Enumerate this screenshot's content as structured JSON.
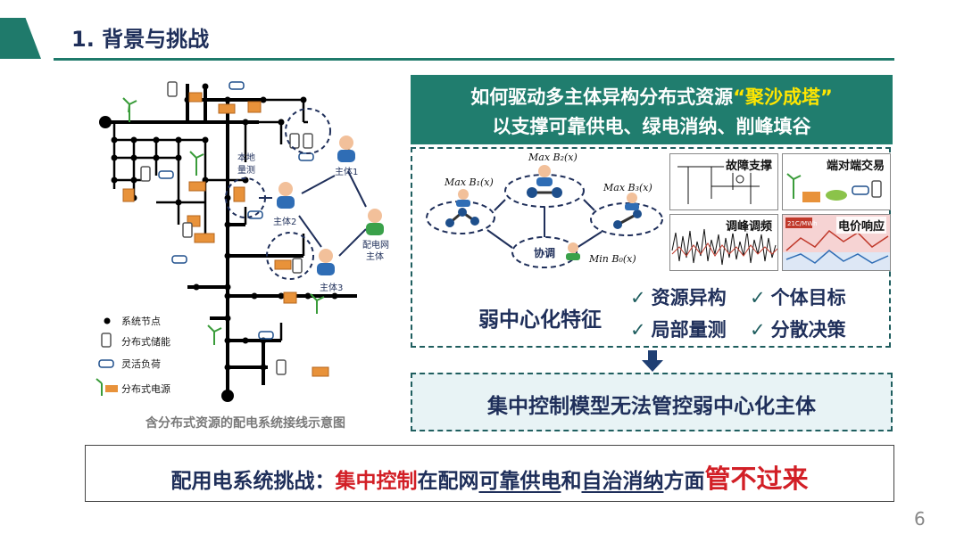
{
  "header": {
    "title": "1. 背景与挑战"
  },
  "left_diagram": {
    "caption": "含分布式资源的配电系统接线示意图",
    "local_measure_label": [
      "本地",
      "量测"
    ],
    "agents": [
      "主体1",
      "主体2",
      "主体3"
    ],
    "grid_agent_label": [
      "配电网",
      "主体"
    ],
    "legend": {
      "node": "系统节点",
      "storage": "分布式储能",
      "load": "灵活负荷",
      "source": "分布式电源"
    }
  },
  "banner": {
    "line1_prefix": "如何驱动多主体异构分布式资源",
    "line1_highlight": "“聚沙成塔”",
    "line2": "以支撑可靠供电、绿电消纳、削峰填谷"
  },
  "mid_diagram": {
    "max_b1": "Max B₁(x)",
    "max_b2": "Max B₂(x)",
    "max_b3": "Max B₃(x)",
    "min_b0": "Min B₀(x)",
    "coord_label": "协调"
  },
  "thumbnails": {
    "fault": "故障支撑",
    "p2p": "端对端交易",
    "peak": "调峰调频",
    "price": "电价响应",
    "price_tag": "21C/MWh"
  },
  "features": {
    "title": "弱中心化特征",
    "items": [
      "资源异构",
      "个体目标",
      "局部量测",
      "分散决策"
    ]
  },
  "conclusion": {
    "text": "集中控制模型无法管控弱中心化主体"
  },
  "bottom": {
    "p1": "配用电系统挑战：",
    "p2": "集中控制",
    "p3": "在配网",
    "p4": "可靠供电",
    "p5": "和",
    "p6": "自治消纳",
    "p7": "方面",
    "p8": "管不过来"
  },
  "page_number": "6",
  "colors": {
    "teal": "#207d6e",
    "navy": "#1f2f5a",
    "red": "#d21f26",
    "yellow": "#ffe600"
  }
}
